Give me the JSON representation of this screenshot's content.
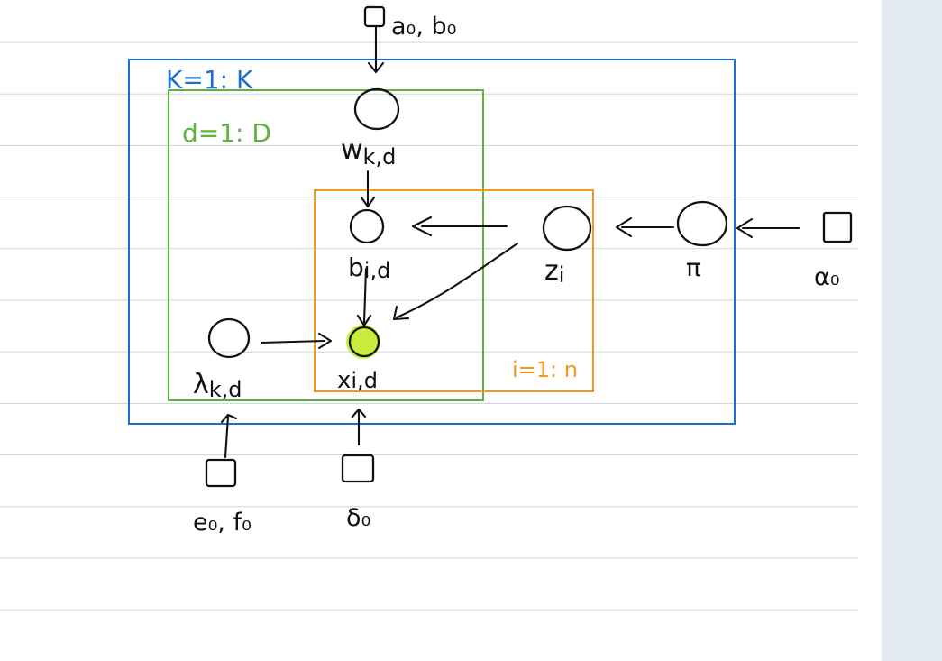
{
  "colors": {
    "plate_k": "#1d6fd1",
    "plate_d": "#5db33c",
    "plate_i": "#f29a1d",
    "ink": "#111111",
    "highlight": "#c9ec3c",
    "ruled_line": "#c9d3e0",
    "side_panel": "#e3e9f3"
  },
  "plates": {
    "k": {
      "label": "K=1: K"
    },
    "d": {
      "label": "d=1: D"
    },
    "i": {
      "label": "i=1: n"
    }
  },
  "nodes": {
    "w": {
      "label": "w",
      "sub": "k,d"
    },
    "b": {
      "label": "b",
      "sub": "i,d"
    },
    "x": {
      "label": "x",
      "sub": "i,d",
      "highlighted": true
    },
    "z": {
      "label": "z",
      "sub": "i"
    },
    "pi": {
      "label": "π"
    },
    "lambda": {
      "label": "λ",
      "sub": "k,d"
    }
  },
  "hyperparameters": {
    "ab": {
      "label": "a₀, b₀"
    },
    "alpha": {
      "label": "α₀"
    },
    "ef": {
      "label": "e₀, f₀"
    },
    "delta": {
      "label": "δ₀"
    }
  }
}
